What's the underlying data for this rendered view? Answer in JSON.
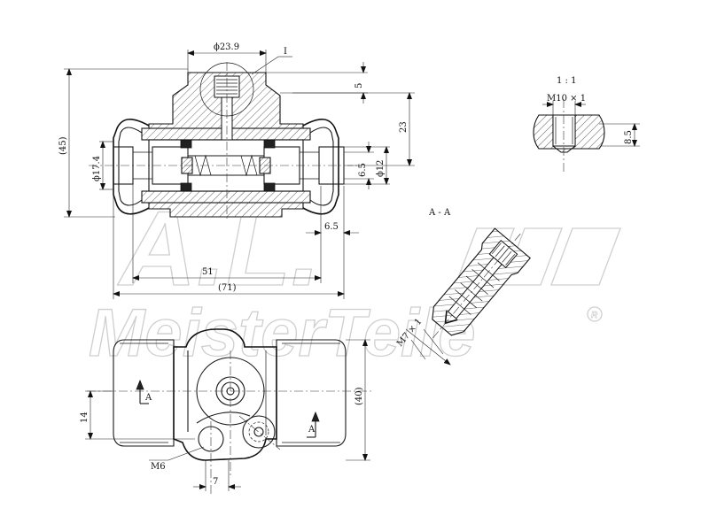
{
  "watermark": {
    "logo_text": "A.L.",
    "brand_text": "MeisterTeile",
    "registered_mark": "R"
  },
  "labels": {
    "diameter_23_9": "ϕ23.9",
    "detail_ref": "I",
    "dim_5": "5",
    "dim_23": "23",
    "dim_45": "(45)",
    "diameter_17_4": "ϕ17.4",
    "dim_6_5_vertical": "6.5",
    "diameter_12": "ϕ12",
    "dim_6_5_horizontal": "6.5",
    "dim_51": "51",
    "dim_71": "(71)",
    "scale": "1 : 1",
    "thread_m10": "M10 × 1",
    "dim_8_5": "8.5",
    "section_name": "A - A",
    "thread_m7": "M7 × 1",
    "dim_40": "(40)",
    "dim_14": "14",
    "section_mark_left": "A",
    "section_mark_right": "A",
    "thread_m6": "M6",
    "dim_7": "7"
  }
}
